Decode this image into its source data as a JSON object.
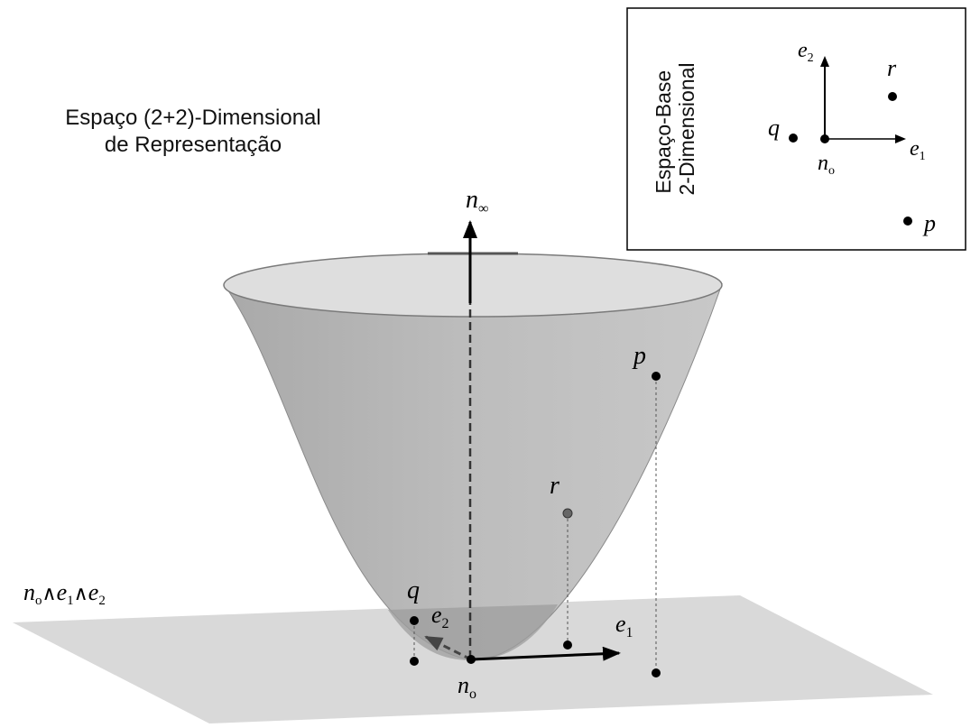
{
  "title": {
    "line1": "Espaço (2+2)-Dimensional",
    "line2": "de Representação"
  },
  "inset": {
    "title_line1": "Espaço-Base",
    "title_line2": "2-Dimensional",
    "labels": {
      "e1": "e",
      "e1_sub": "1",
      "e2": "e",
      "e2_sub": "2",
      "n": "n",
      "n_sub": "o",
      "q": "q",
      "r": "r",
      "p": "p"
    }
  },
  "main": {
    "labels": {
      "ninf": "n",
      "ninf_sub": "∞",
      "p": "p",
      "r": "r",
      "q": "q",
      "e1": "e",
      "e1_sub": "1",
      "e2": "e",
      "e2_sub": "2",
      "no": "n",
      "no_sub": "o",
      "plane_n": "n",
      "plane_n_sub": "o",
      "plane_wedge1": "∧",
      "plane_e1": "e",
      "plane_e1_sub": "1",
      "plane_wedge2": "∧",
      "plane_e2": "e",
      "plane_e2_sub": "2"
    }
  },
  "colors": {
    "plane": "#d9d9d9",
    "paraboloid": "#b8b8b8",
    "rim": "#dcdcdc",
    "ink": "#000000"
  }
}
